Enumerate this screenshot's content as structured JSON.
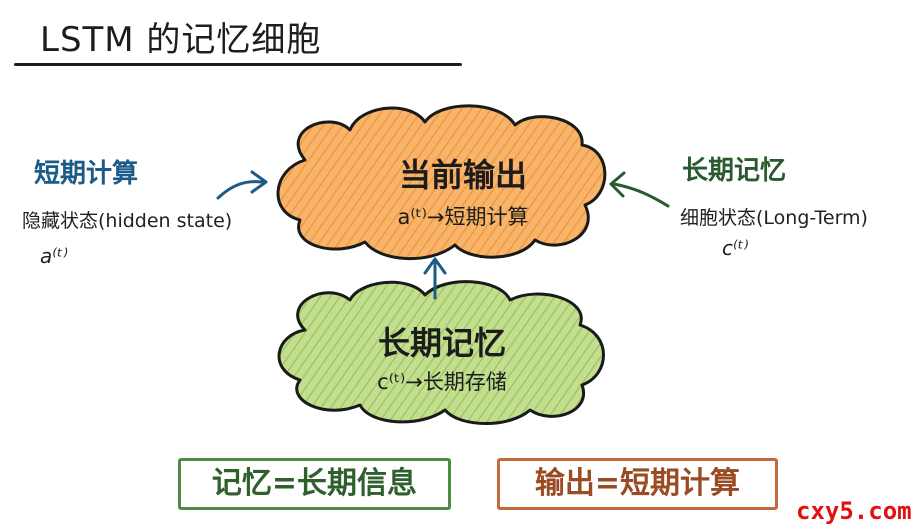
{
  "title": "LSTM 的记忆细胞",
  "left_block": {
    "title": "短期计算",
    "description": "隐藏状态(hidden state)",
    "symbol": "a⁽ᵗ⁾"
  },
  "right_block": {
    "title": "长期记忆",
    "description": "细胞状态(Long-Term)",
    "symbol": "c⁽ᵗ⁾"
  },
  "output_cloud": {
    "title": "当前输出",
    "subtitle": "a⁽ᵗ⁾→短期计算"
  },
  "memory_cloud": {
    "title": "长期记忆",
    "subtitle": "c⁽ᵗ⁾→长期存储"
  },
  "equations": {
    "memory": "记忆=长期信息",
    "output": "输出=短期计算"
  },
  "watermark": "cxy5.com",
  "colors": {
    "short_term_blue": "#1c5a88",
    "long_term_green": "#2a5a2e",
    "output_cloud_fill": "#f6a857",
    "memory_cloud_fill": "#b4d57a",
    "memory_box_border": "#4f8a42",
    "output_box_border": "#c4693a",
    "watermark_red": "#e2110f"
  }
}
